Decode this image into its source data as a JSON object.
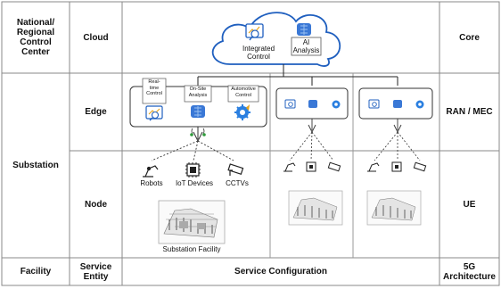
{
  "rows": {
    "national": "National/\nRegional\nControl\nCenter",
    "substation": "Substation",
    "facility": "Facility"
  },
  "entities": {
    "cloud": "Cloud",
    "edge": "Edge",
    "node": "Node",
    "service_entity": "Service\nEntity"
  },
  "architecture": {
    "core": "Core",
    "ran_mec": "RAN / MEC",
    "ue": "UE",
    "fiveg": "5G\nArchitecture"
  },
  "cloud": {
    "integrated_control": "Integrated\nControl",
    "ai_analysis": "AI\nAnalysis"
  },
  "edge_main": {
    "realtime_control": "Real-\ntime\nControl",
    "onsite_analysis": "On-Site\nAnalysis",
    "automotive_control": "Automotive\nControl"
  },
  "node_main": {
    "robots": "Robots",
    "iot_devices": "IoT Devices",
    "cctvs": "CCTVs",
    "substation_facility": "Substation Facility"
  },
  "footer": {
    "service_configuration": "Service Configuration"
  },
  "colors": {
    "brand_blue": "#1f5fbf",
    "accent_orange": "#e8a317",
    "accent_green": "#2e9b3a",
    "grid_line": "#888888"
  }
}
